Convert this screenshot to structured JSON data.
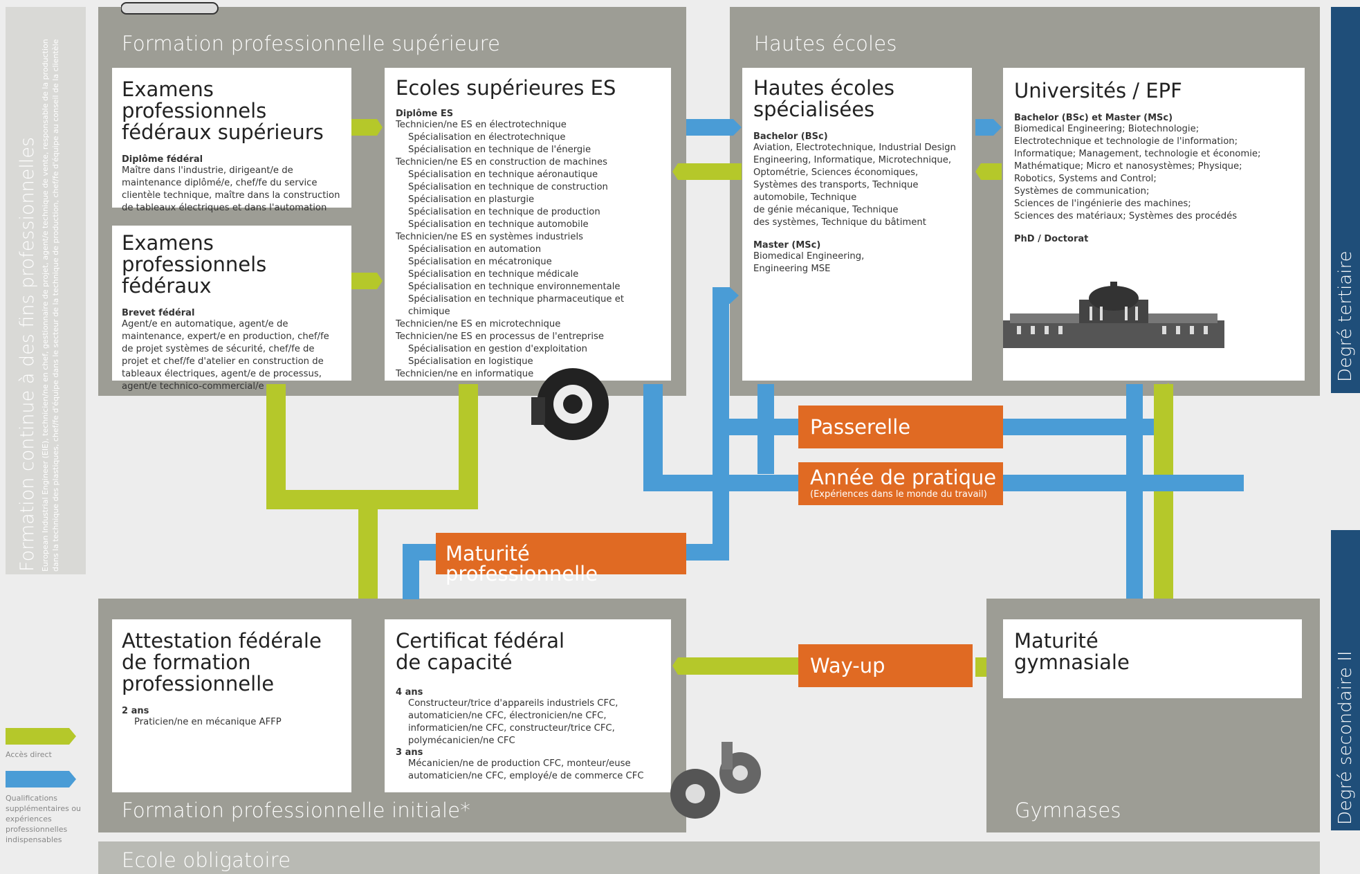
{
  "colors": {
    "panel": "#9d9d95",
    "green": "#b5c82a",
    "blue": "#4a9cd6",
    "orange": "#e06a23",
    "navy": "#1f4e79"
  },
  "sidebar": {
    "title": "Formation continue à des fins professionnelles",
    "subtitle": "European Industrial Engineer (EIE), technicien/ne en chef, gestionnaire de projet, agent/e technique de vente, responsable de la production dans la technique des plastiques, chef/fe d'équipe dans le secteur de la technique de production, chef/fe d'équipe au conseil de la clientèle"
  },
  "legend": {
    "direct": "Accès direct",
    "qualif": "Qualifications supplémentaires ou expériences professionnelles indispensables"
  },
  "right_labels": {
    "tertiary": "Degré tertiaire",
    "secondary": "Degré secondaire II"
  },
  "panels": {
    "fps": "Formation professionnelle supérieure",
    "he": "Hautes écoles",
    "fpi": "Formation professionnelle initiale*",
    "gym": "Gymnases",
    "oblig": "Ecole obligatoire"
  },
  "cards": {
    "epfs": {
      "title": "Examens professionnels\nfédéraux supérieurs",
      "sub": "Diplôme fédéral",
      "text": "Maître dans l'industrie, dirigeant/e de maintenance diplômé/e, chef/fe du service clientèle technique, maître dans la construction de tableaux électriques et dans l'automation"
    },
    "epf": {
      "title": "Examens professionnels\nfédéraux",
      "sub": "Brevet fédéral",
      "text": "Agent/e en automatique, agent/e de maintenance, expert/e en production, chef/fe de projet systèmes de sécurité, chef/fe de projet et chef/fe d'atelier en construction de tableaux électriques, agent/e de processus,\nagent/e technico-commercial/e"
    },
    "es": {
      "title": "Ecoles supérieures ES",
      "sub": "Diplôme ES",
      "lines": [
        {
          "t": "Technicien/ne ES en électrotechnique",
          "i": 0
        },
        {
          "t": "Spécialisation en électrotechnique",
          "i": 1
        },
        {
          "t": "Spécialisation en technique de l'énergie",
          "i": 1
        },
        {
          "t": "Technicien/ne ES en construction de machines",
          "i": 0
        },
        {
          "t": "Spécialisation en technique aéronautique",
          "i": 1
        },
        {
          "t": "Spécialisation en technique de construction",
          "i": 1
        },
        {
          "t": "Spécialisation en plasturgie",
          "i": 1
        },
        {
          "t": "Spécialisation en technique de production",
          "i": 1
        },
        {
          "t": "Spécialisation en technique automobile",
          "i": 1
        },
        {
          "t": "Technicien/ne ES en systèmes industriels",
          "i": 0
        },
        {
          "t": "Spécialisation en automation",
          "i": 1
        },
        {
          "t": "Spécialisation en mécatronique",
          "i": 1
        },
        {
          "t": "Spécialisation en technique médicale",
          "i": 1
        },
        {
          "t": "Spécialisation en technique environnementale",
          "i": 1
        },
        {
          "t": "Spécialisation en technique pharmaceutique et chimique",
          "i": 1
        },
        {
          "t": "Technicien/ne ES en microtechnique",
          "i": 0
        },
        {
          "t": "Technicien/ne ES en processus de l'entreprise",
          "i": 0
        },
        {
          "t": "Spécialisation en gestion d'exploitation",
          "i": 1
        },
        {
          "t": "Spécialisation en logistique",
          "i": 1
        },
        {
          "t": "Technicien/ne en informatique",
          "i": 0
        }
      ]
    },
    "hes": {
      "title": "Hautes écoles\nspécialisées",
      "sub": "Bachelor (BSc)",
      "text": "Aviation, Electrotechnique, Industrial Design Engineering, Informatique, Microtechnique, Optométrie, Sciences économiques, Systèmes des transports, Technique automobile, Technique\nde génie mécanique, Technique\ndes systèmes, Technique du bâtiment",
      "sub2": "Master (MSc)",
      "text2": "Biomedical Engineering,\nEngineering MSE"
    },
    "uni": {
      "title": "Universités / EPF",
      "sub": "Bachelor (BSc) et Master (MSc)",
      "text": "Biomedical Engineering; Biotechnologie;\nElectrotechnique et technologie de l'information;\nInformatique; Management, technologie et économie;\nMathématique; Micro et nanosystèmes; Physique;\nRobotics, Systems and Control;\nSystèmes de communication;\nSciences de l'ingénierie des machines;\nSciences des matériaux; Systèmes des procédés",
      "sub2": "PhD / Doctorat"
    },
    "afp": {
      "title": "Attestation fédérale\nde formation\nprofessionnelle",
      "sub": "2 ans",
      "text": "Praticien/ne en mécanique AFFP"
    },
    "cfc": {
      "title": "Certificat fédéral\nde capacité",
      "sub": "4 ans",
      "text": "Constructeur/trice d'appareils industriels CFC, automaticien/ne CFC, électronicien/ne CFC, informaticien/ne CFC, constructeur/trice CFC, polymécanicien/ne CFC",
      "sub2": "3 ans",
      "text2": "Mécanicien/ne de production CFC, monteur/euse automaticien/ne CFC, employé/e de commerce CFC"
    },
    "mg": {
      "title": "Maturité\ngymnasiale"
    }
  },
  "orange_boxes": {
    "passerelle": "Passerelle",
    "annee": "Année de pratique",
    "annee_sub": "(Expériences dans le monde du travail)",
    "maturite": "Maturité professionnelle",
    "wayup": "Way-up"
  }
}
